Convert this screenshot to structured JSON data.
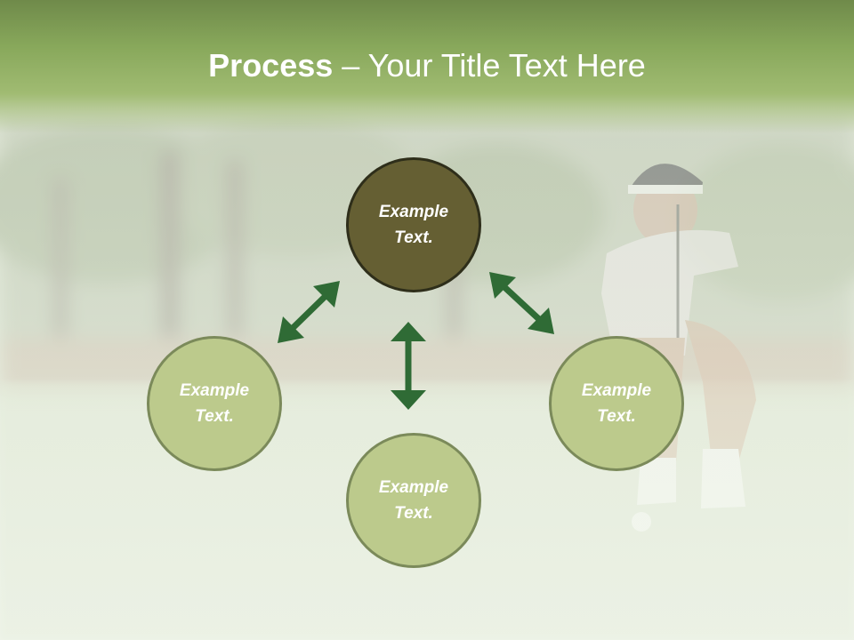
{
  "title": {
    "bold": "Process",
    "rest": " – Your Title Text Here"
  },
  "nodes": {
    "center": "Example Text.",
    "left": "Example Text.",
    "bottom": "Example Text.",
    "right": "Example Text."
  },
  "colors": {
    "title_band": "#88a85b",
    "center_fill": "#655f33",
    "outer_fill": "#bcca8c",
    "outer_border": "#7b8a5a",
    "arrow": "#2f6b35"
  },
  "background": {
    "description_icon": "golf-photo"
  }
}
